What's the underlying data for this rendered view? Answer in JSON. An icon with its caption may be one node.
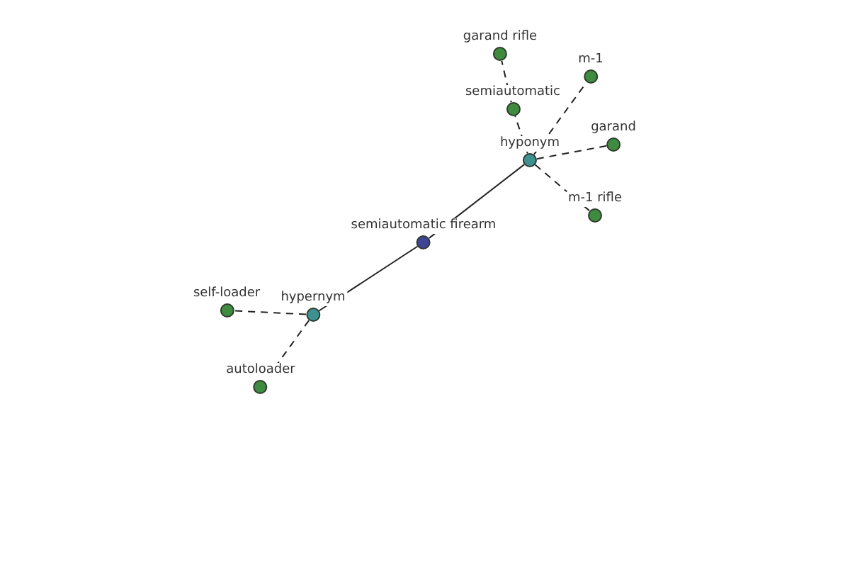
{
  "diagram": {
    "nodes": [
      {
        "text": [
          "semiautomatic firearm"
        ]
      },
      {
        "text": [
          "hyponym"
        ]
      },
      {
        "text": [
          "hypernym"
        ]
      },
      {
        "text": [
          "garand rifle"
        ]
      },
      {
        "text": [
          "m-1"
        ]
      },
      {
        "text": [
          "semiautomatic"
        ]
      },
      {
        "text": [
          "garand"
        ]
      },
      {
        "text": [
          "m-1 rifle"
        ]
      },
      {
        "text": [
          "self-loader"
        ]
      },
      {
        "text": [
          "autoloader"
        ]
      }
    ],
    "edges": [
      {
        "from": 0,
        "to": 1,
        "arrow": "none"
      },
      {
        "from": 0,
        "to": 2,
        "arrow": "none"
      },
      {
        "from": 1,
        "to": 5,
        "arrow": "none",
        "style": "dashed"
      },
      {
        "from": 5,
        "to": 3,
        "arrow": "none",
        "style": "dashed"
      },
      {
        "from": 1,
        "to": 4,
        "arrow": "none",
        "style": "dashed"
      },
      {
        "from": 1,
        "to": 6,
        "arrow": "none",
        "style": "dashed"
      },
      {
        "from": 1,
        "to": 7,
        "arrow": "none",
        "style": "dashed"
      },
      {
        "from": 2,
        "to": 8,
        "arrow": "none",
        "style": "dashed"
      },
      {
        "from": 2,
        "to": 9,
        "arrow": "none",
        "style": "dashed"
      }
    ]
  }
}
